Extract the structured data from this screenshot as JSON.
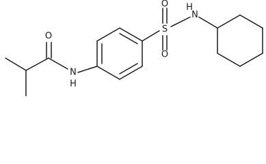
{
  "atoms": {
    "carbonyl_oxygen": "O",
    "amide_nitrogen": "N",
    "amide_hydrogen": "H",
    "sulfur": "S",
    "sulfonyl_oxygen_top": "O",
    "sulfonyl_oxygen_bottom": "O",
    "sulfonamide_nitrogen": "N",
    "sulfonamide_hydrogen": "H"
  },
  "colors": {
    "bond": "#1a1a1a",
    "background": "#ffffff"
  }
}
